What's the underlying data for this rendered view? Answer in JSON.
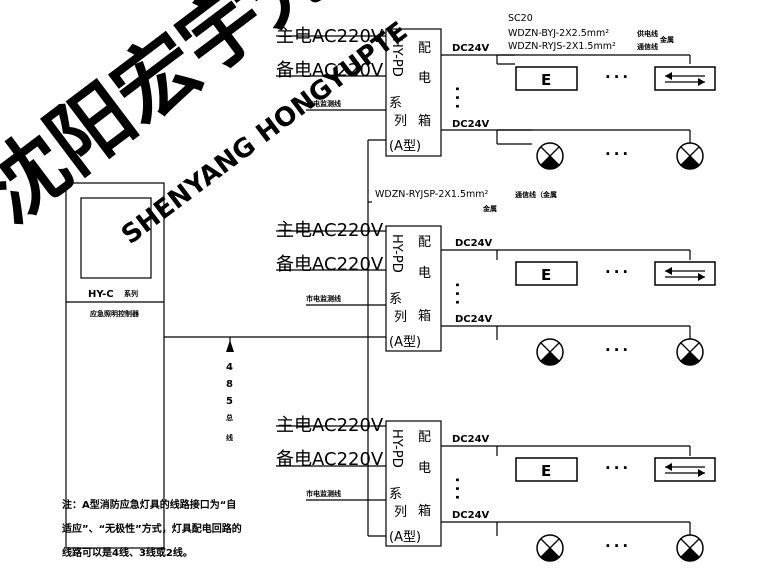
{
  "watermark": {
    "cn_text": "沈阳宏宇光",
    "en_text": "SHENYANG HONGYUPTE"
  },
  "controller": {
    "model": "HY-C",
    "series": "系列",
    "subtitle": "应急照明控制器"
  },
  "bus": {
    "label_chars": [
      "4",
      "8",
      "5",
      "总",
      "线"
    ]
  },
  "supply_labels": {
    "main": "主电AC220V",
    "backup": "备电AC220V",
    "monitor": "市电监测线"
  },
  "cabinet": {
    "model_vertical": "HY-PD",
    "series_chars": [
      "系",
      "列"
    ],
    "name_chars": [
      "配",
      "电",
      "箱"
    ],
    "type": "(A型)"
  },
  "circuit_label": "DC24V",
  "ellipsis": "···",
  "exit_sign_letter": "E",
  "cable_spec": {
    "conduit": "SC20",
    "power_cable": "WDZN-BYJ-2X2.5mm²",
    "power_cable_note": "供电线",
    "comm_cable": "WDZN-RYJS-2X1.5mm²",
    "comm_cable_note": "通信线",
    "shared_note": "金属",
    "bus_cable": "WDZN-RYJSP-2X1.5mm²",
    "bus_cable_note": "通信线（金属",
    "bus_cable_note2": "金属"
  },
  "note": {
    "line1": "注：A型消防应急灯具的线路接口为“自",
    "line2": "适应”、“无极性”方式，灯具配电回路的",
    "line3": "线路可以是4线、3线或2线。"
  }
}
